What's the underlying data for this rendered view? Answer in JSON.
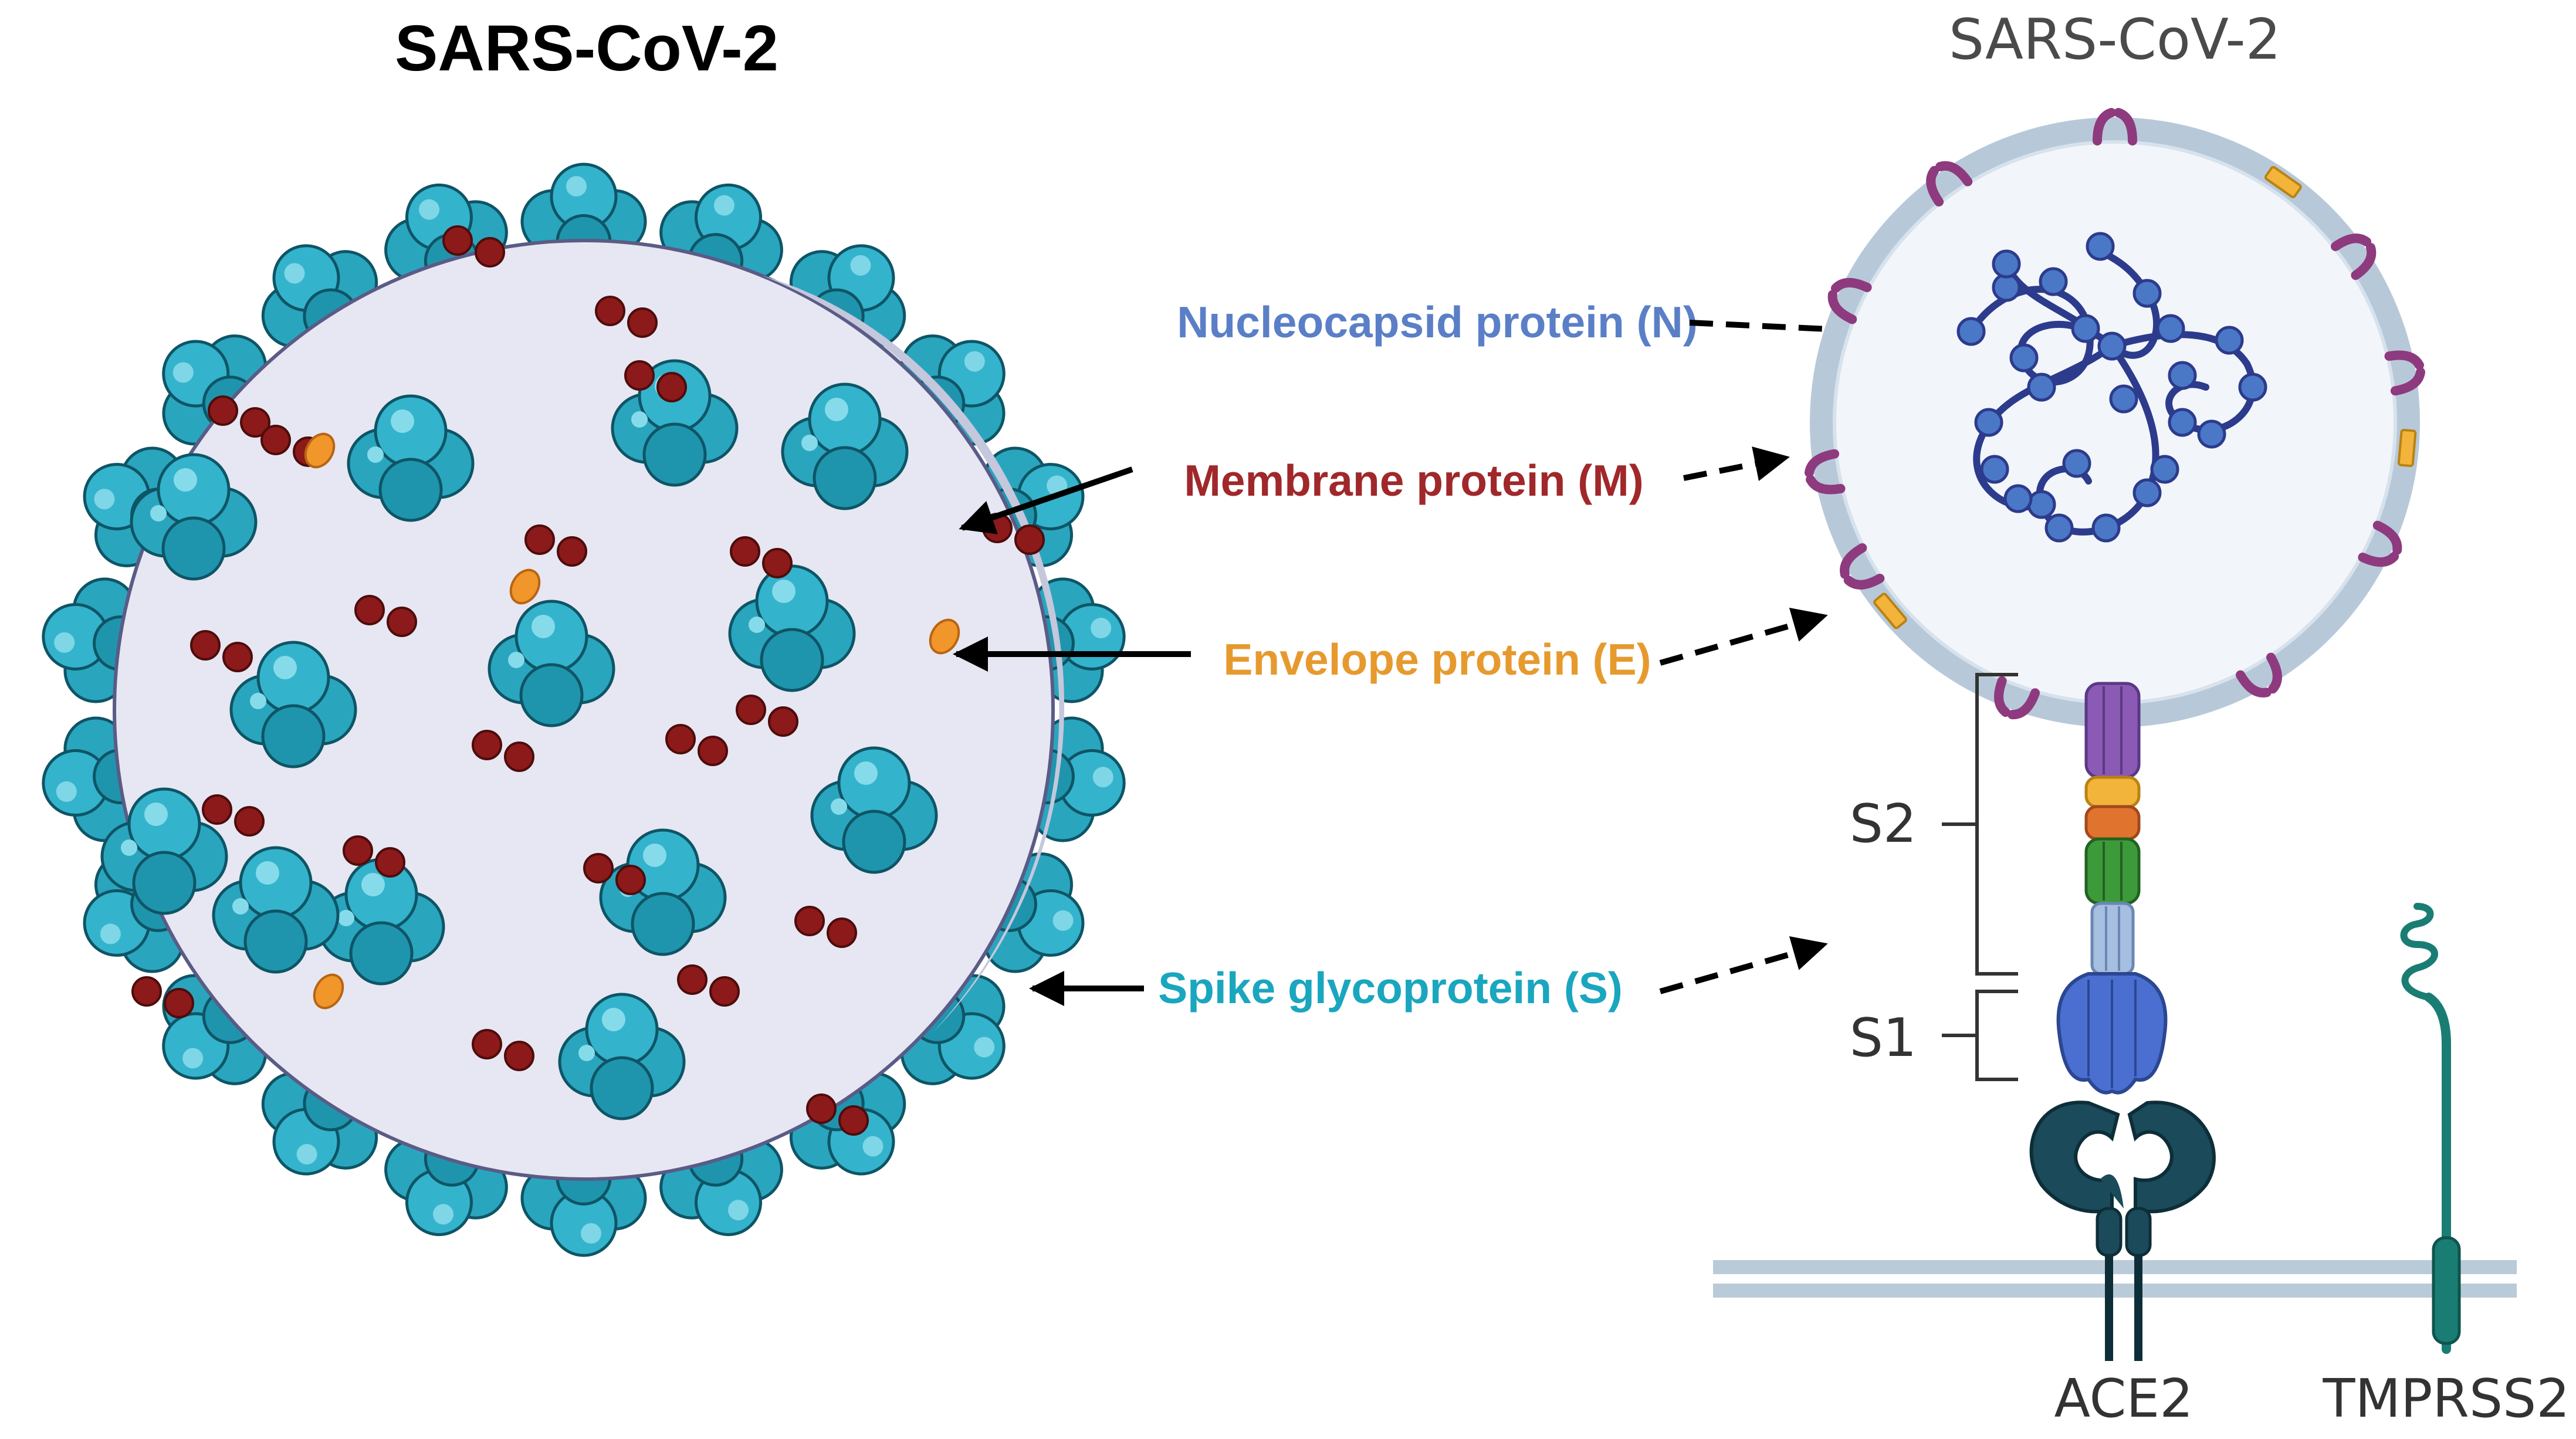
{
  "left_panel": {
    "title": "SARS-CoV-2"
  },
  "right_panel": {
    "title": "SARS-CoV-2",
    "s2_label": "S2",
    "s1_label": "S1",
    "ace2_label": "ACE2",
    "tmprss2_label": "TMPRSS2"
  },
  "labels": {
    "nucleocapsid": "Nucleocapsid protein (N)",
    "membrane": "Membrane protein (M)",
    "envelope": "Envelope protein (E)",
    "spike": "Spike glycoprotein (S)"
  },
  "colors": {
    "nucleocapsid": "#5b7fc7",
    "membrane": "#a0282a",
    "envelope": "#e69a2e",
    "spike": "#1aa6bf",
    "spike_fill": "#2aa5be",
    "spike_dark": "#1b7f95",
    "virion_body": "#e6e7f2",
    "virion_shadow": "#c5c7dc",
    "m_dot": "#8c1a1a",
    "e_dot": "#f0962a",
    "m_bracket": "#8e3a7e",
    "rna_strand": "#2d3b8c",
    "n_bead": "#4a78c7",
    "shell": "#b7c9d9",
    "shell_inner": "#f2f6fa",
    "ace2": "#1b4a5a",
    "tmprss2": "#1a7d74",
    "membrane_line": "#b9cbd9"
  }
}
